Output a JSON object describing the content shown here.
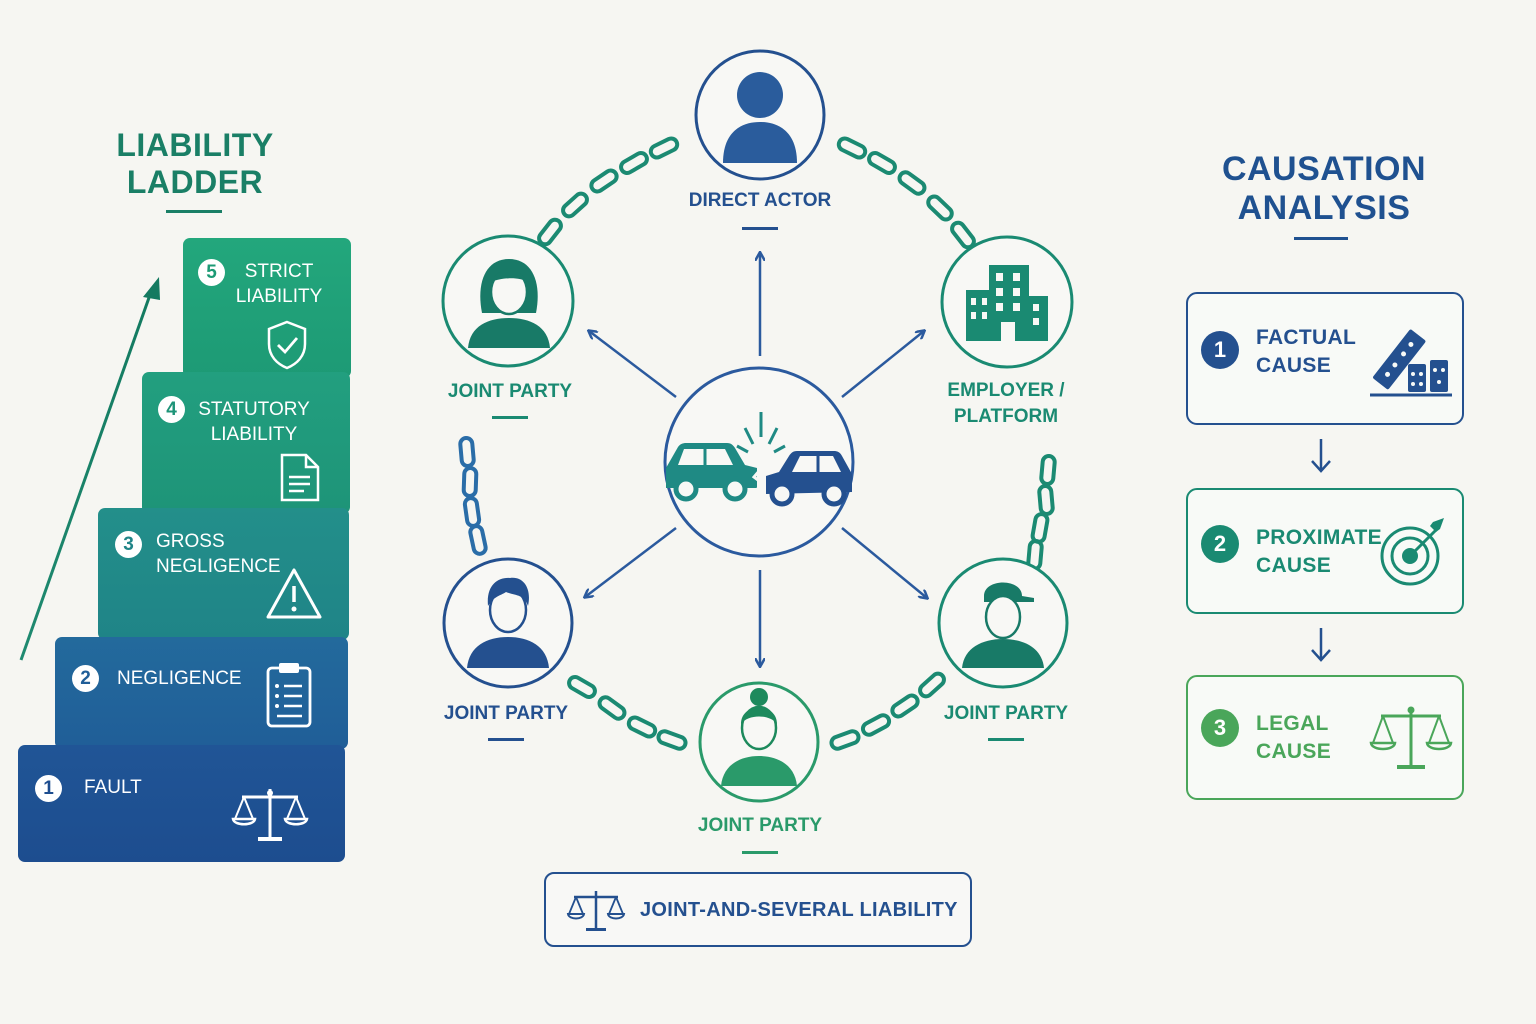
{
  "ladder": {
    "title_line1": "LIABILITY",
    "title_line2": "LADDER",
    "steps": [
      {
        "num": "5",
        "line1": "STRICT",
        "line2": "LIABILITY",
        "icon": "shield-check-icon"
      },
      {
        "num": "4",
        "line1": "STATUTORY",
        "line2": "LIABILITY",
        "icon": "document-icon"
      },
      {
        "num": "3",
        "line1": "GROSS",
        "line2": "NEGLIGENCE",
        "icon": "warning-icon"
      },
      {
        "num": "2",
        "line1": "NEGLIGENCE",
        "line2": "",
        "icon": "clipboard-icon"
      },
      {
        "num": "1",
        "line1": "FAULT",
        "line2": "",
        "icon": "scales-icon"
      }
    ]
  },
  "network": {
    "center_icon": "car-collision-icon",
    "nodes": {
      "direct_actor": {
        "label": "DIRECT ACTOR",
        "icon": "person-icon"
      },
      "joint_party_top_left": {
        "label": "JOINT PARTY",
        "icon": "woman-icon"
      },
      "employer": {
        "line1": "EMPLOYER /",
        "line2": "PLATFORM",
        "icon": "building-icon"
      },
      "joint_party_bottom_left": {
        "label": "JOINT PARTY",
        "icon": "man-icon"
      },
      "joint_party_bottom_right": {
        "label": "JOINT PARTY",
        "icon": "worker-cap-icon"
      },
      "joint_party_bottom": {
        "label": "JOINT PARTY",
        "icon": "woman-bun-icon"
      }
    },
    "footer_label": "JOINT-AND-SEVERAL LIABILITY",
    "footer_icon": "scales-icon"
  },
  "causation": {
    "title_line1": "CAUSATION",
    "title_line2": "ANALYSIS",
    "steps": [
      {
        "num": "1",
        "line1": "FACTUAL",
        "line2": "CAUSE",
        "icon": "dominoes-icon"
      },
      {
        "num": "2",
        "line1": "PROXIMATE",
        "line2": "CAUSE",
        "icon": "target-icon"
      },
      {
        "num": "3",
        "line1": "LEGAL",
        "line2": "CAUSE",
        "icon": "scales-icon"
      }
    ]
  },
  "colors": {
    "navy": "#1f4f94",
    "teal": "#1a8a72",
    "green": "#2fa878",
    "light_green": "#4aa65a",
    "background": "#f6f6f2"
  }
}
